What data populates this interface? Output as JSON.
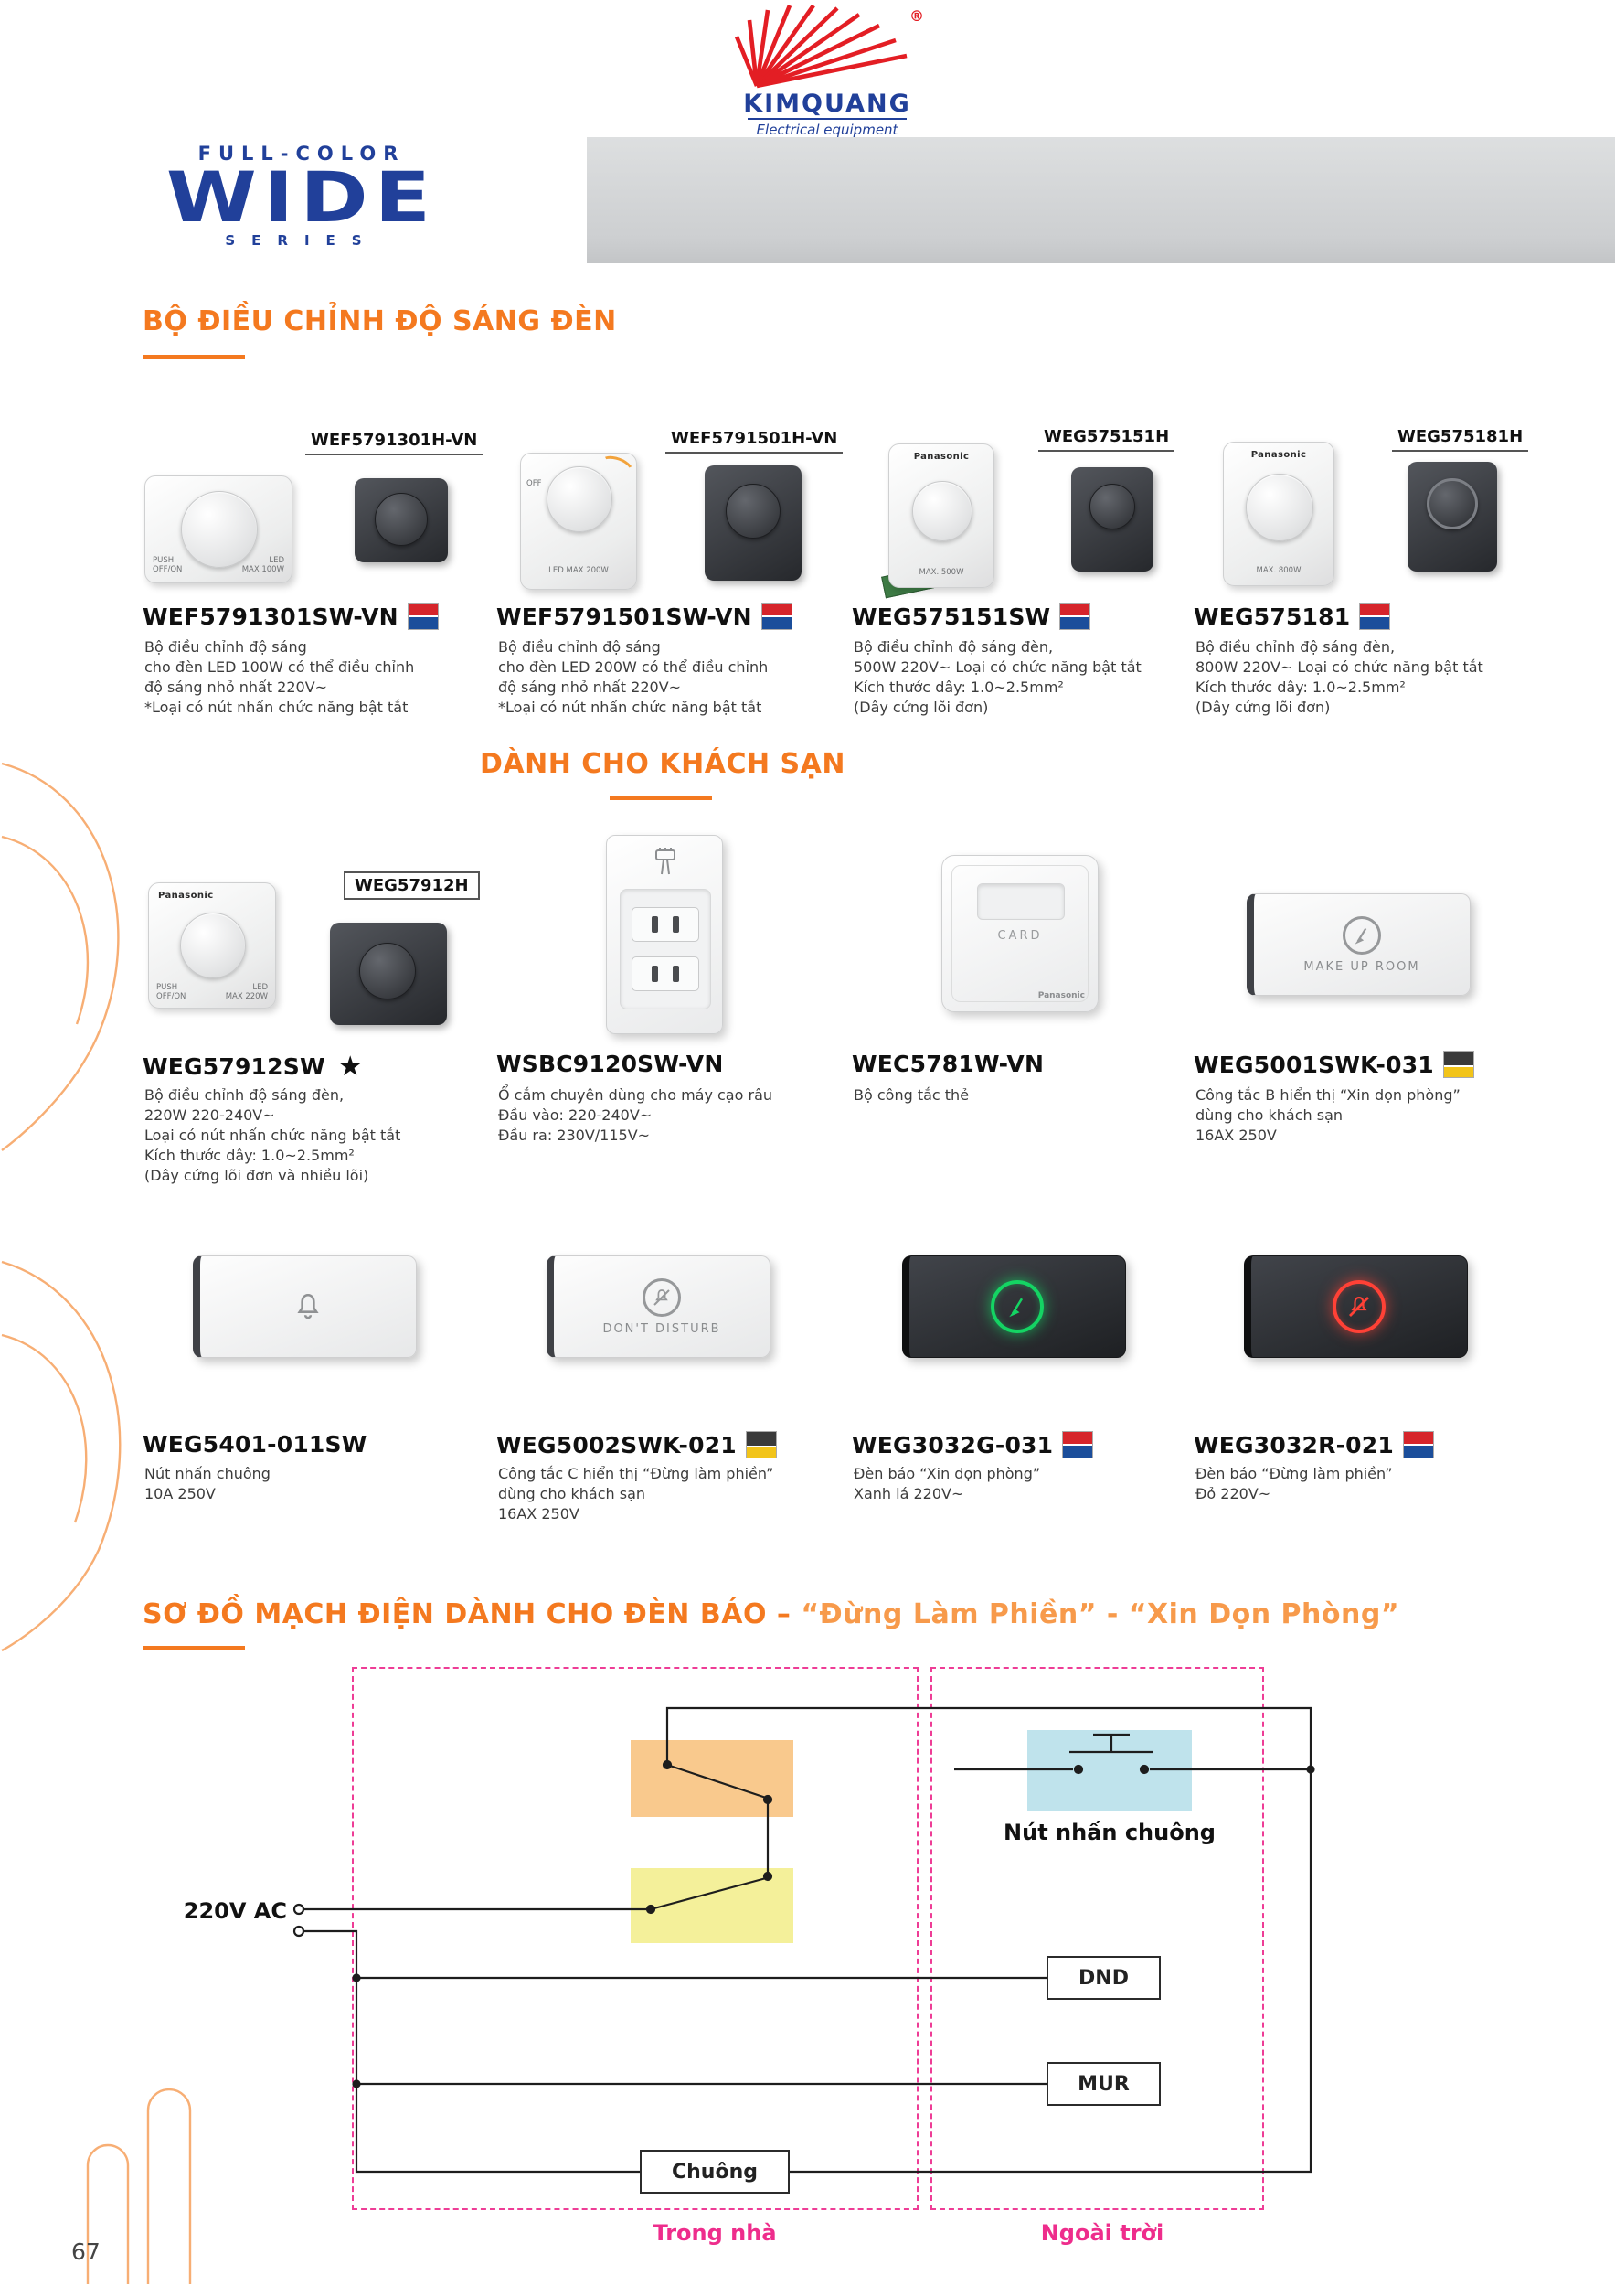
{
  "brand": {
    "name": "KIMQUANG",
    "tagline": "Electrical equipment",
    "registered": "®"
  },
  "series_logo": {
    "top": "FULL-COLOR",
    "main": "WIDE",
    "bottom": "SERIES"
  },
  "sections": {
    "dimmers": "BỘ ĐIỀU CHỈNH ĐỘ SÁNG ĐÈN",
    "hotel": "DÀNH CHO KHÁCH SẠN",
    "diagram_main": "SƠ ĐỒ MẠCH ĐIỆN DÀNH CHO ĐÈN BÁO – ",
    "diagram_sub": "“Đừng Làm Phiền” - “Xin Dọn Phòng”"
  },
  "products": {
    "row1": [
      {
        "code": "WEF5791301SW-VN",
        "label": "WEF5791301H-VN",
        "desc": "Bộ điều chỉnh độ sáng\ncho đèn LED 100W có thể điều chỉnh\nđộ sáng nhỏ nhất 220V~\n*Loại có nút nhấn chức năng bật tắt"
      },
      {
        "code": "WEF5791501SW-VN",
        "label": "WEF5791501H-VN",
        "desc": "Bộ điều chỉnh độ sáng\ncho đèn LED 200W có thể điều chỉnh\nđộ sáng nhỏ nhất 220V~\n*Loại có nút nhấn chức năng bật tắt"
      },
      {
        "code": "WEG575151SW",
        "label": "WEG575151H",
        "desc": "Bộ điều chỉnh độ sáng đèn,\n500W 220V~ Loại có chức năng bật tắt\nKích thước dây: 1.0~2.5mm²\n(Dây cứng lõi đơn)"
      },
      {
        "code": "WEG575181",
        "label": "WEG575181H",
        "desc": "Bộ điều chỉnh độ sáng đèn,\n800W 220V~ Loại có chức năng bật tắt\nKích thước dây: 1.0~2.5mm²\n(Dây cứng lõi đơn)"
      }
    ],
    "row2": [
      {
        "code": "WEG57912SW",
        "star": "★",
        "label": "WEG57912H",
        "desc": "Bộ điều chỉnh độ sáng đèn,\n220W 220-240V~\nLoại có nút nhấn chức năng bật tắt\nKích thước dây: 1.0~2.5mm²\n(Dây cứng lõi đơn và nhiều lõi)"
      },
      {
        "code": "WSBC9120SW-VN",
        "desc": "Ổ cắm chuyên dùng cho máy cạo râu\nĐầu vào: 220-240V~\nĐầu ra: 230V/115V~"
      },
      {
        "code": "WEC5781W-VN",
        "desc": "Bộ công tắc thẻ"
      },
      {
        "code": "WEG5001SWK-031",
        "desc": "Công tắc B hiển thị “Xin dọn phòng”\ndùng cho khách sạn\n16AX 250V"
      }
    ],
    "row3": [
      {
        "code": "WEG5401-011SW",
        "desc": "Nút nhấn chuông\n10A 250V"
      },
      {
        "code": "WEG5002SWK-021",
        "desc": "Công tắc C hiển thị “Đừng làm phiền”\ndùng cho khách sạn\n16AX 250V"
      },
      {
        "code": "WEG3032G-031",
        "desc": "Đèn báo “Xin dọn phòng”\nXanh lá 220V~"
      },
      {
        "code": "WEG3032R-021",
        "desc": "Đèn báo “Đừng làm phiền”\nĐỏ 220V~"
      }
    ]
  },
  "device_texts": {
    "panasonic": "Panasonic",
    "push_offon": "PUSH\nOFF/ON",
    "led_100": "LED\nMAX 100W",
    "led_200": "LED MAX 200W",
    "led_220": "LED\nMAX 220W",
    "off": "OFF",
    "max_500": "MAX. 500W",
    "max_800": "MAX. 800W",
    "card": "CARD",
    "make_up_room": "MAKE UP ROOM",
    "dont_disturb": "DON'T DISTURB"
  },
  "diagram": {
    "voltage_label": "220V AC",
    "bell_button_label": "Nút nhấn chuông",
    "dnd_label": "DND",
    "mur_label": "MUR",
    "bell_label": "Chuông",
    "zone_inside": "Trong nhà",
    "zone_outside": "Ngoài trời"
  },
  "page_number": "67",
  "colors": {
    "accent_orange": "#F4791F",
    "accent_orange_light": "#F79A4B",
    "magenta": "#EE2D8C",
    "brand_blue": "#21409A",
    "brand_red": "#E31E24",
    "indicator_green": "#14D463",
    "indicator_red": "#FF4136"
  }
}
